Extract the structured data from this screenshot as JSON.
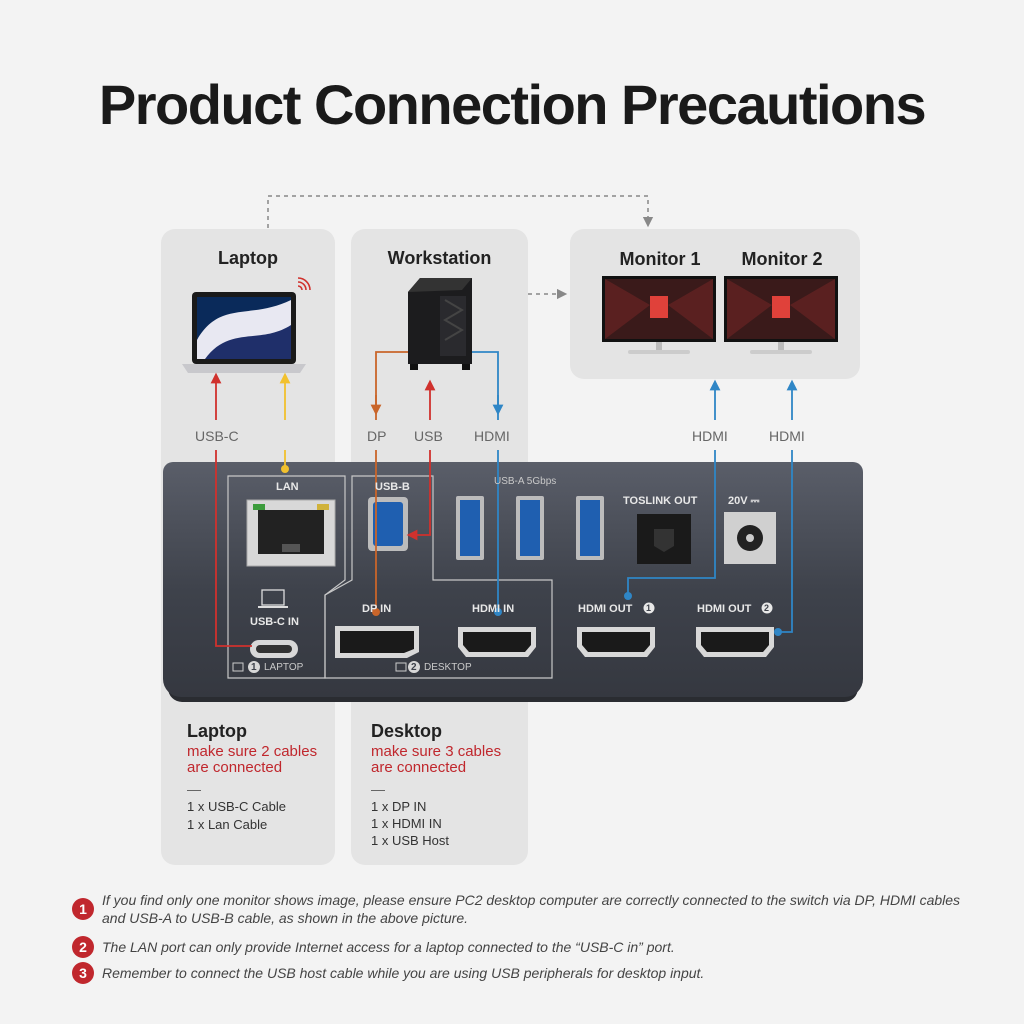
{
  "title": "Product Connection Precautions",
  "panels": {
    "laptop": "Laptop",
    "workstation": "Workstation",
    "monitor1": "Monitor 1",
    "monitor2": "Monitor 2"
  },
  "cables": {
    "usbc": "USB-C",
    "dp": "DP",
    "usb": "USB",
    "hdmi_ws": "HDMI",
    "hdmi_m1": "HDMI",
    "hdmi_m2": "HDMI"
  },
  "dock": {
    "lan": "LAN",
    "usbb": "USB-B",
    "usba": "USB-A 5Gbps",
    "toslink": "TOSLINK OUT",
    "power": "20V ⎓",
    "usbc_in": "USB-C IN",
    "laptop_bay": "LAPTOP",
    "dp_in": "DP IN",
    "hdmi_in": "HDMI IN",
    "desktop_bay": "DESKTOP",
    "hdmi_out1": "HDMI OUT",
    "hdmi_out2": "HDMI OUT",
    "bay_num1": "1",
    "bay_num2": "2",
    "out_num1": "1",
    "out_num2": "2"
  },
  "groups": {
    "laptop": {
      "title": "Laptop",
      "warn": "make sure 2 cables are connected",
      "items": [
        "1 x USB-C Cable",
        "1 x Lan Cable"
      ]
    },
    "desktop": {
      "title": "Desktop",
      "warn": "make sure 3 cables are connected",
      "items": [
        "1 x DP IN",
        "1 x HDMI IN",
        "1 x USB Host"
      ]
    }
  },
  "notes": [
    {
      "num": "1",
      "text": "If you find only one monitor shows image, please ensure PC2 desktop computer are correctly connected to the switch via DP, HDMI cables and USB-A to USB-B cable, as shown in the above picture."
    },
    {
      "num": "2",
      "text": "The LAN port can only provide Internet access for a laptop connected to the “USB-C in” port."
    },
    {
      "num": "3",
      "text": "Remember to connect the USB host cable while you are using USB peripherals for desktop input."
    }
  ],
  "colors": {
    "accent_red": "#c0272d",
    "cable_red": "#d0312d",
    "cable_yellow": "#f2c12e",
    "cable_orange": "#c9652a",
    "cable_blue": "#2f86c6"
  }
}
